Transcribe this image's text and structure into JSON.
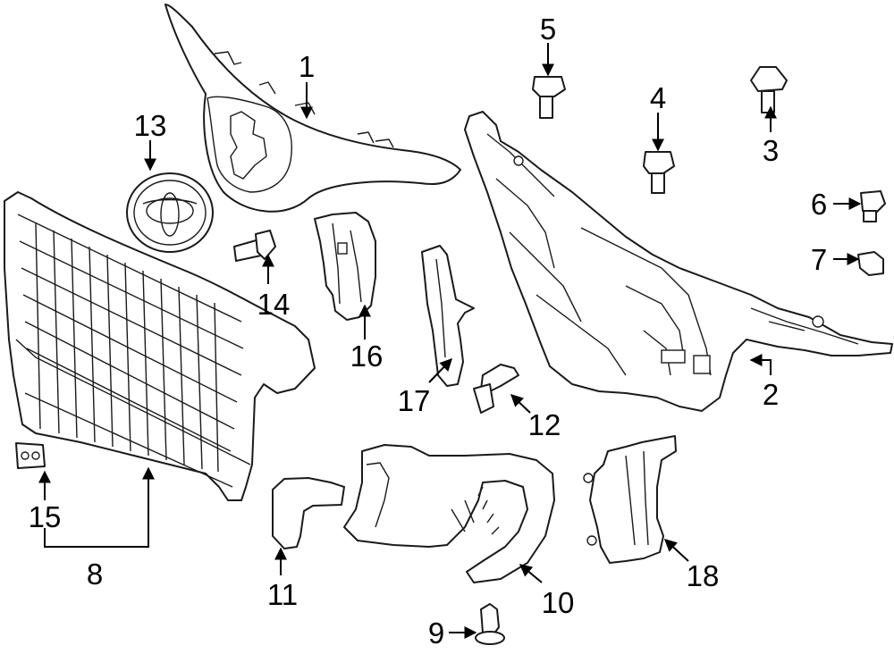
{
  "diagram": {
    "callouts": [
      "1",
      "2",
      "3",
      "4",
      "5",
      "6",
      "7",
      "8",
      "9",
      "10",
      "11",
      "12",
      "13",
      "14",
      "15",
      "16",
      "17",
      "18"
    ]
  },
  "colors": {
    "line": "#1a1a1a",
    "background": "#ffffff"
  }
}
